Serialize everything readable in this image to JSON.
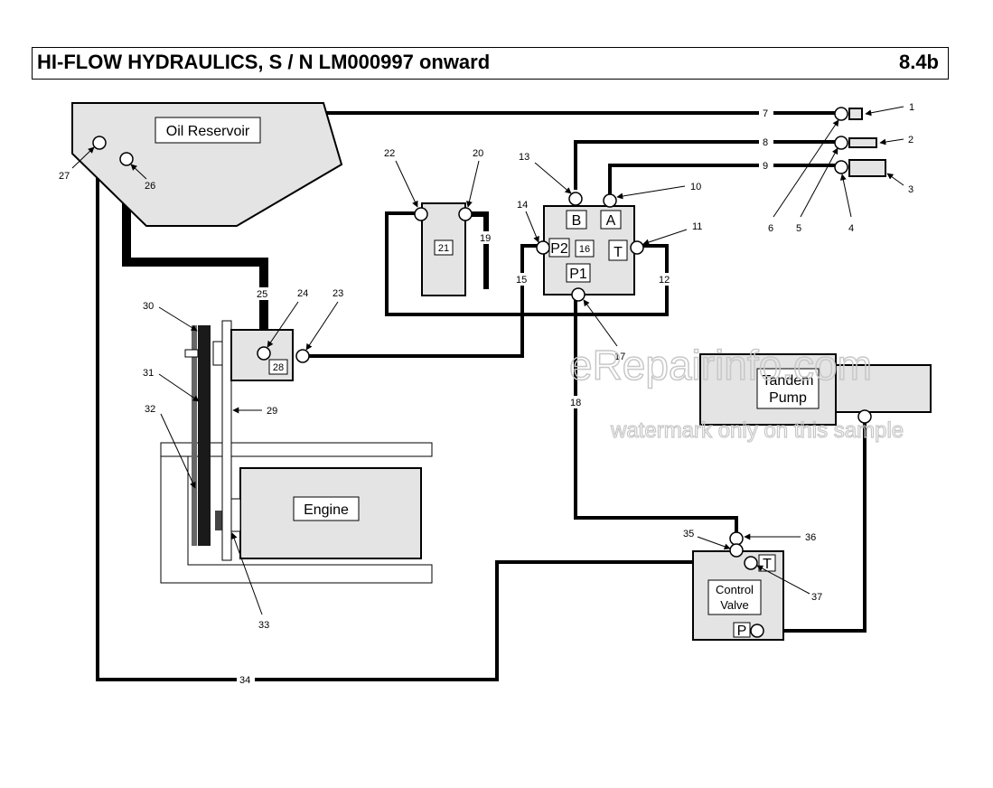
{
  "header": {
    "title": "HI-FLOW HYDRAULICS, S / N LM000997 onward",
    "section": "8.4b"
  },
  "components": {
    "reservoir": "Oil Reservoir",
    "engine": "Engine",
    "tandem_pump_line1": "Tandem",
    "tandem_pump_line2": "Pump",
    "control_valve_line1": "Control",
    "control_valve_line2": "Valve",
    "port_b": "B",
    "port_a": "A",
    "port_t": "T",
    "port_p1": "P1",
    "port_p2": "P2",
    "cv_port_t": "T",
    "cv_port_p": "P"
  },
  "callouts": [
    "1",
    "2",
    "3",
    "4",
    "5",
    "6",
    "7",
    "8",
    "9",
    "10",
    "11",
    "12",
    "13",
    "14",
    "15",
    "16",
    "17",
    "18",
    "19",
    "20",
    "21",
    "22",
    "23",
    "24",
    "25",
    "26",
    "27",
    "28",
    "29",
    "30",
    "31",
    "32",
    "33",
    "34",
    "35",
    "36",
    "37"
  ],
  "watermark": {
    "line1": "eRepairinfo.com",
    "line2": "watermark only on this sample"
  }
}
